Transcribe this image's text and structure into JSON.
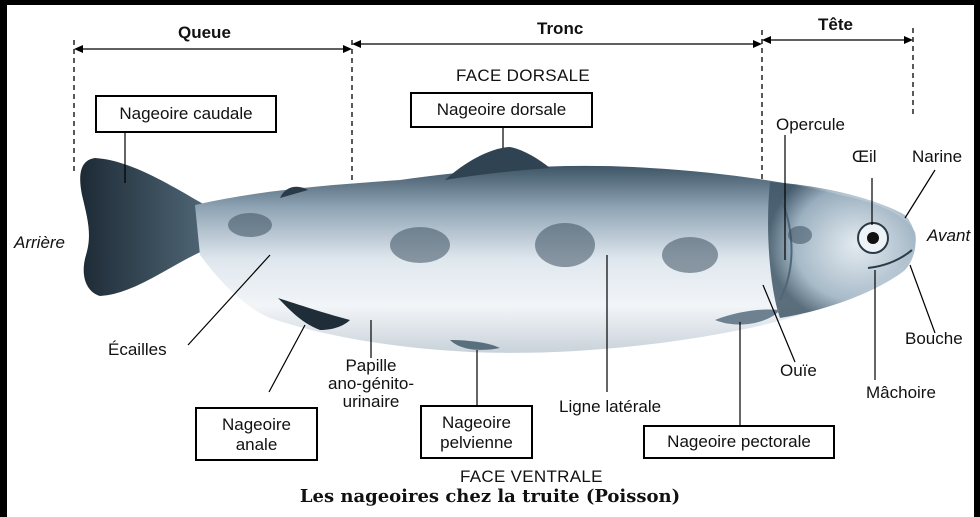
{
  "sections": {
    "queue": "Queue",
    "tronc": "Tronc",
    "tete": "Tête"
  },
  "faces": {
    "dorsal": "FACE DORSALE",
    "ventral": "FACE VENTRALE"
  },
  "boxed_labels": {
    "caudale": "Nageoire caudale",
    "dorsale": "Nageoire dorsale",
    "anale_1": "Nageoire",
    "anale_2": "anale",
    "pelvienne_1": "Nageoire",
    "pelvienne_2": "pelvienne",
    "pectorale": "Nageoire pectorale"
  },
  "labels": {
    "arriere": "Arrière",
    "avant": "Avant",
    "ecailles": "Écailles",
    "papille_1": "Papille",
    "papille_2": "ano-génito-",
    "papille_3": "urinaire",
    "ligne": "Ligne latérale",
    "opercule": "Opercule",
    "oeil": "Œil",
    "narine": "Narine",
    "bouche": "Bouche",
    "machoire": "Mâchoire",
    "ouie": "Ouïe"
  },
  "caption": "Les nageoires chez la truite (Poisson)"
}
